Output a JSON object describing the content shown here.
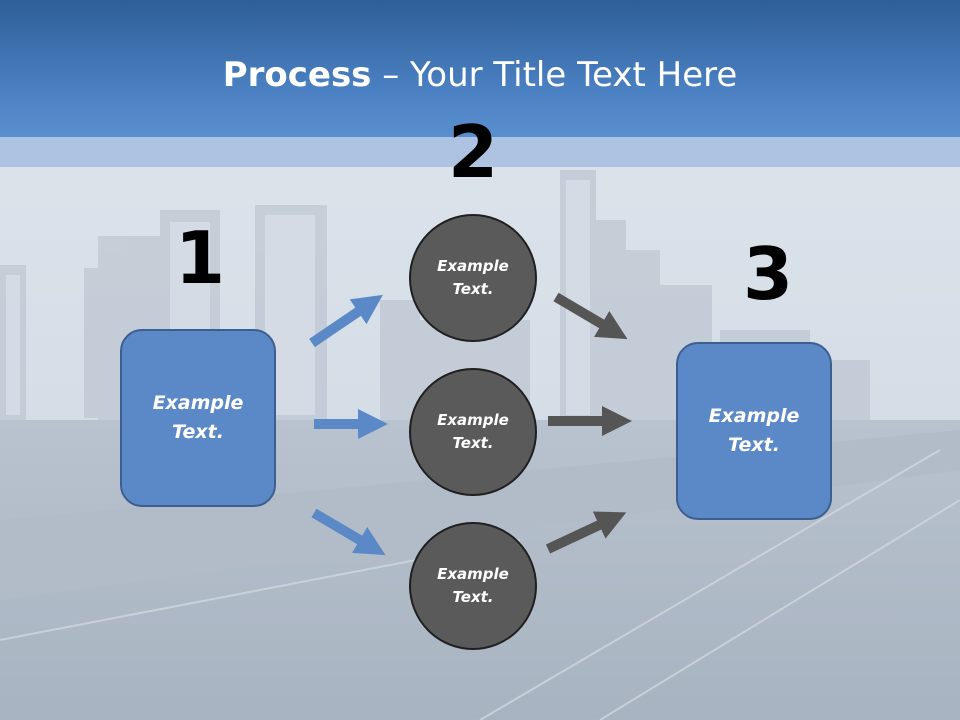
{
  "title": {
    "bold": "Process",
    "rest": " – Your Title Text Here"
  },
  "steps": {
    "n1": "1",
    "n2": "2",
    "n3": "3"
  },
  "left_box": {
    "line1": "Example",
    "line2": "Text."
  },
  "right_box": {
    "line1": "Example",
    "line2": "Text."
  },
  "circles": [
    {
      "line1": "Example",
      "line2": "Text."
    },
    {
      "line1": "Example",
      "line2": "Text."
    },
    {
      "line1": "Example",
      "line2": "Text."
    }
  ],
  "colors": {
    "header": "#4a80c2",
    "box_fill": "#5b88c6",
    "circle_fill": "#5a5a5a",
    "blue_arrow": "#5b88c6",
    "gray_arrow": "#555555"
  }
}
